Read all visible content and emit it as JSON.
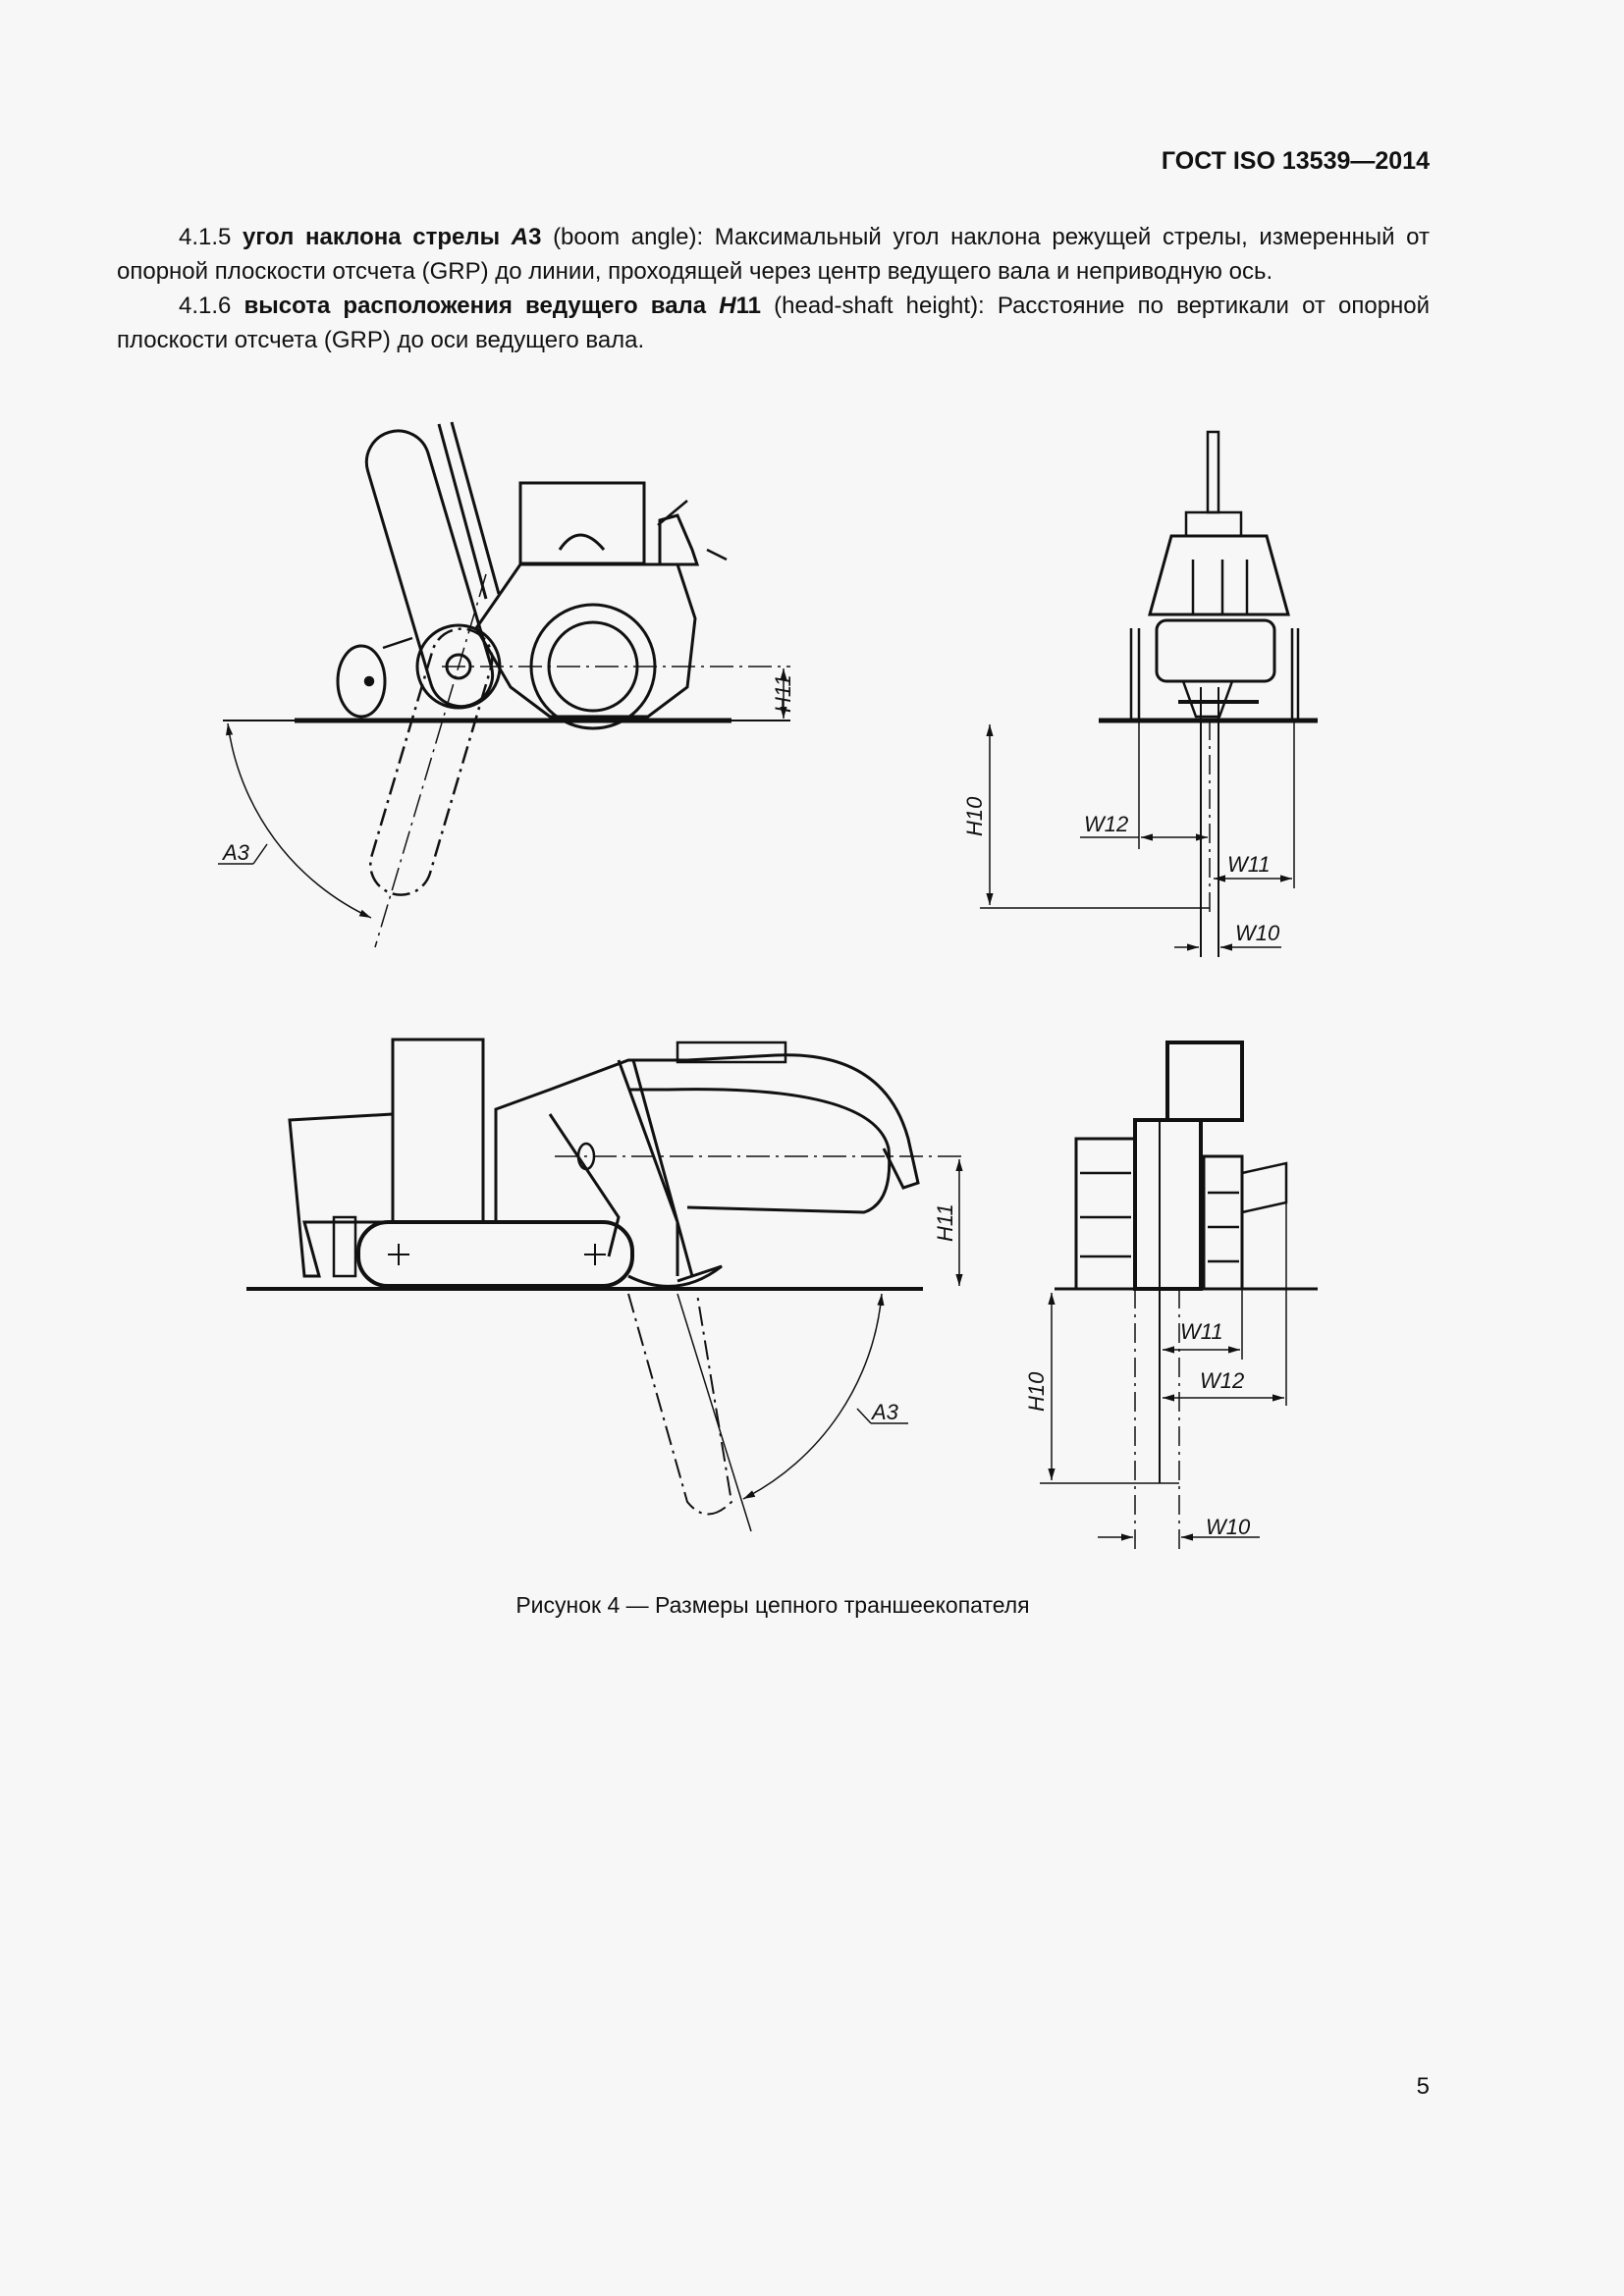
{
  "header": {
    "standard": "ГОСТ ISO 13539—2014"
  },
  "paragraphs": [
    {
      "number": "4.1.5",
      "term": "угол наклона стрелы",
      "symbol_letter": "A",
      "symbol_index": "3",
      "english": "(boom angle):",
      "text": "Максимальный угол наклона режущей стрелы, измеренный от опорной плоскости отсчета (GRP) до линии, проходящей через центр ведущего вала и неприводную ось."
    },
    {
      "number": "4.1.6",
      "term": "высота расположения ведущего вала",
      "symbol_letter": "H",
      "symbol_index": "11",
      "english": "(head-shaft height):",
      "text": "Расстояние по вертикали от опорной плоскости отсчета (GRP) до оси ведущего вала."
    }
  ],
  "figure": {
    "labels": {
      "a3": "A3",
      "h11": "H11",
      "h10": "H10",
      "w10": "W10",
      "w11": "W11",
      "w12": "W12"
    },
    "caption": "Рисунок 4 — Размеры цепного траншеекопателя"
  },
  "page_number": "5"
}
